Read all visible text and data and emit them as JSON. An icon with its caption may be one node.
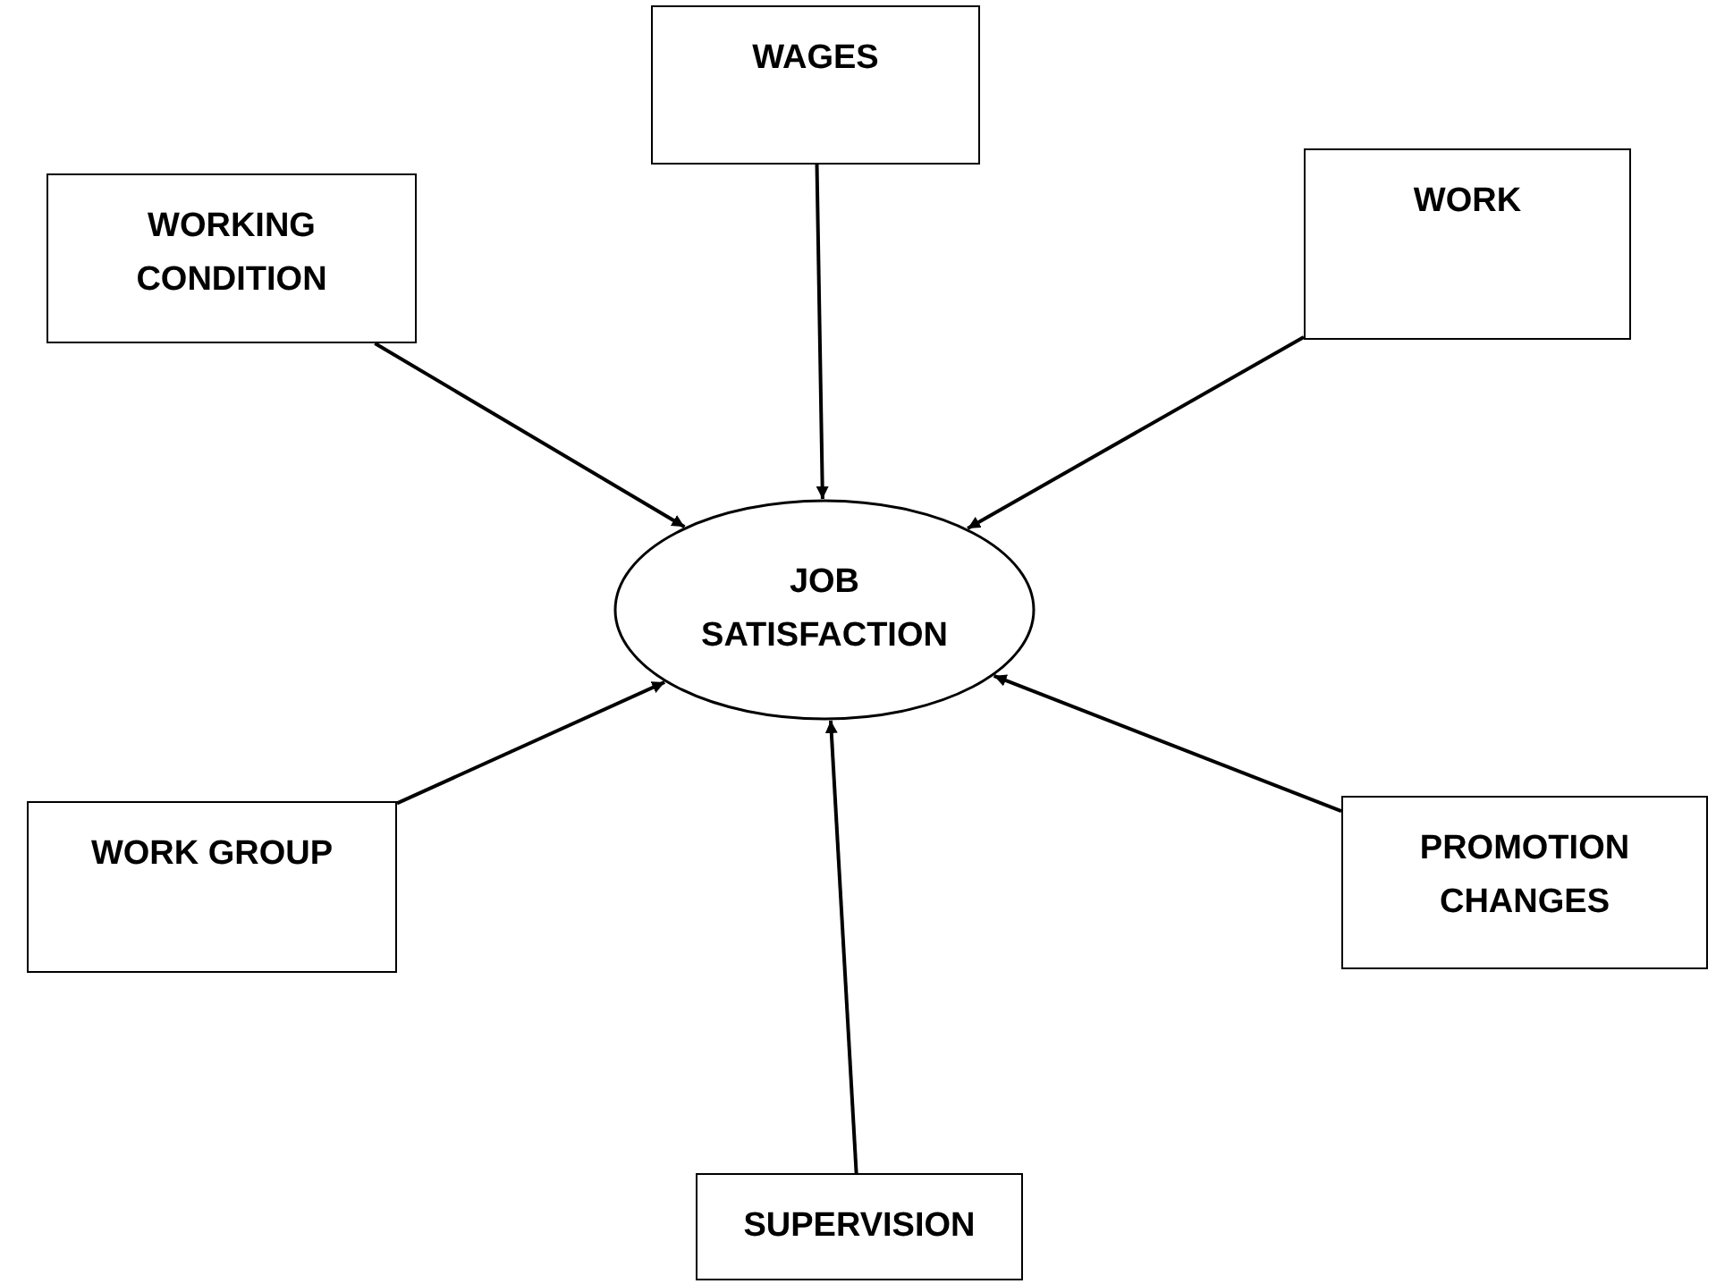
{
  "diagram": {
    "nodes": [
      {
        "text": [
          "WAGES"
        ]
      },
      {
        "text": [
          "WORKING CONDITION"
        ]
      },
      {
        "text": [
          "WORK"
        ]
      },
      {
        "text": [
          "JOB SATISFACTION"
        ]
      },
      {
        "text": [
          "WORK GROUP"
        ]
      },
      {
        "text": [
          "PROMOTION CHANGES"
        ]
      },
      {
        "text": [
          "SUPERVISION"
        ]
      }
    ],
    "edges": [
      {
        "from": 0,
        "to": 3,
        "arrow": "to"
      },
      {
        "from": 1,
        "to": 3,
        "arrow": "to"
      },
      {
        "from": 2,
        "to": 3,
        "arrow": "to"
      },
      {
        "from": 4,
        "to": 3,
        "arrow": "to"
      },
      {
        "from": 5,
        "to": 3,
        "arrow": "to"
      },
      {
        "from": 6,
        "to": 3,
        "arrow": "to"
      }
    ]
  }
}
